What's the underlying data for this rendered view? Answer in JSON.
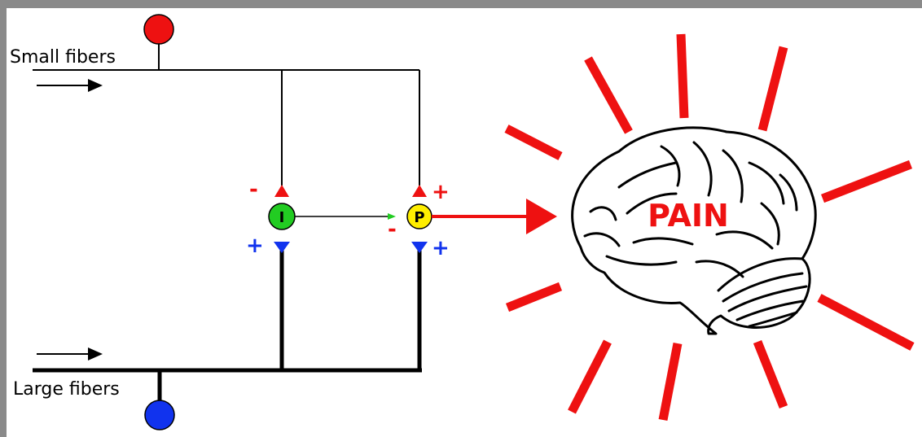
{
  "labels": {
    "small_fibers": "Small fibers",
    "large_fibers": "Large fibers",
    "inhibitory_cell": "I",
    "projection_cell": "P",
    "brain_text": "PAIN"
  },
  "signs": {
    "small_to_inhibitory": "-",
    "large_to_inhibitory": "+",
    "inhibitory_to_projection": "-",
    "small_to_projection": "+",
    "large_to_projection": "+"
  },
  "colors": {
    "small_fiber_neuron": "#ee1111",
    "large_fiber_neuron": "#1133ee",
    "inhibitory_cell": "#22cc22",
    "projection_cell": "#ffee00",
    "excitatory_sign": "#ee1111",
    "inhibitory_sign": "#1133ee",
    "pain_signal": "#ee1111",
    "pain_text": "#ee1111"
  },
  "icons": [
    "small-fiber-cell-icon",
    "large-fiber-cell-icon",
    "direction-arrow-icon",
    "brain-icon",
    "pain-ray-icon"
  ]
}
